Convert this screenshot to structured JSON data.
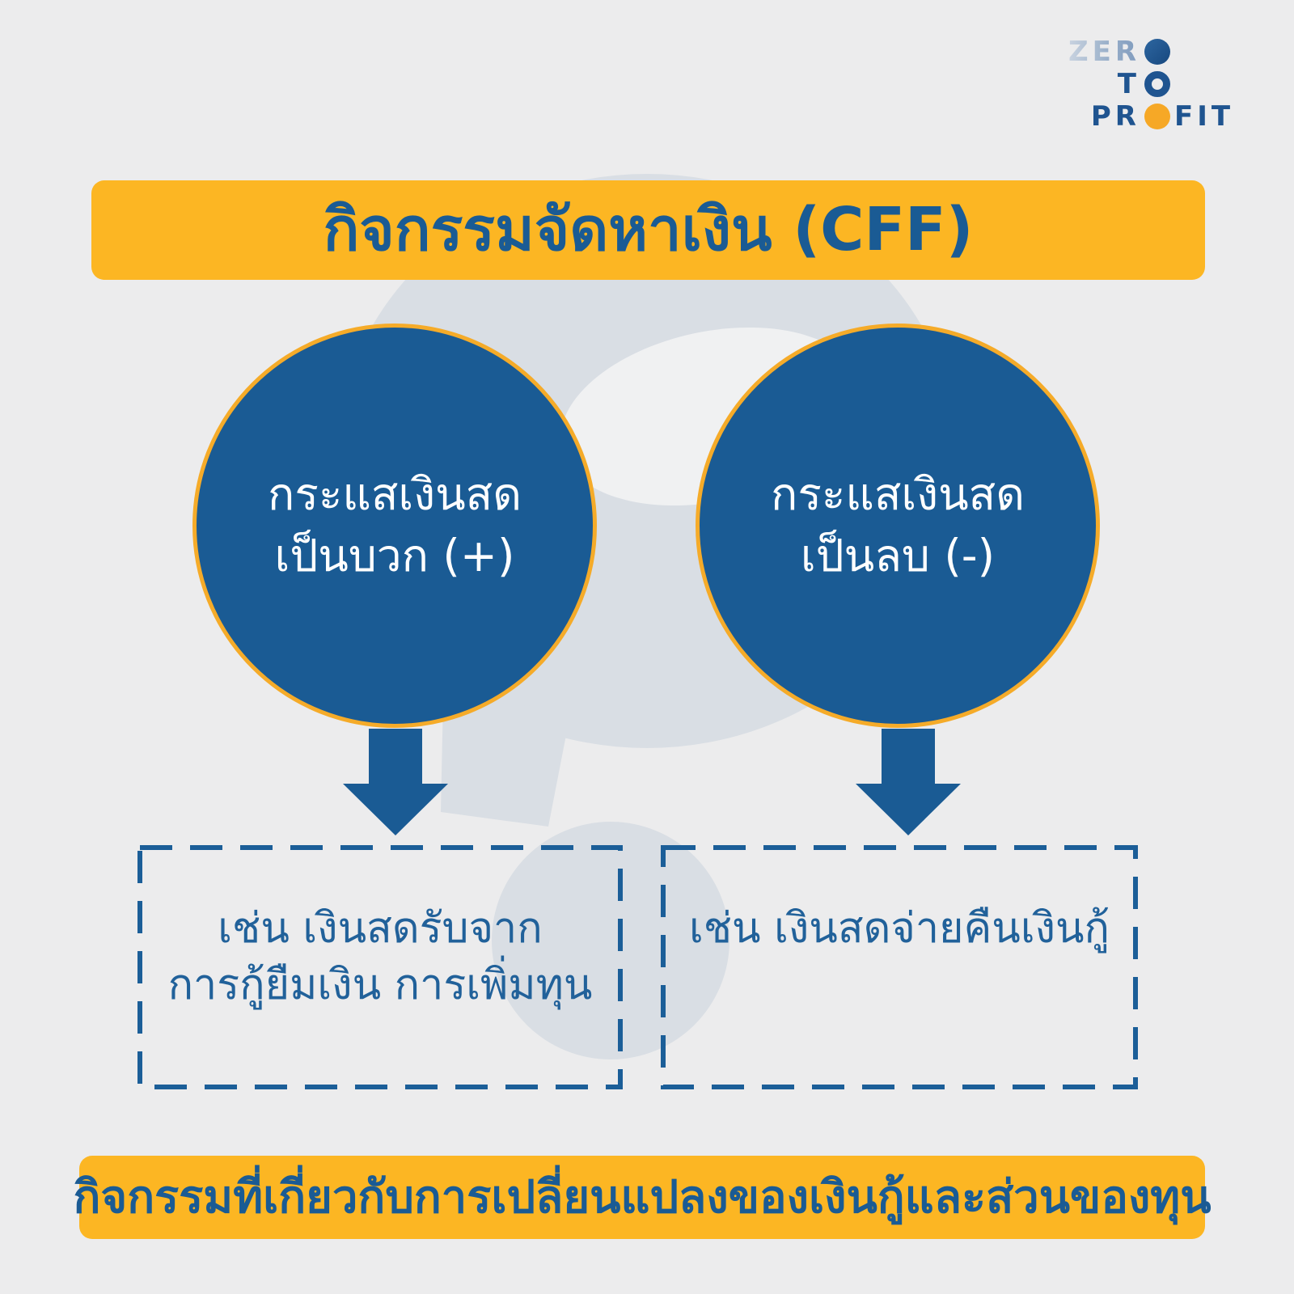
{
  "page": {
    "background_color": "#ECECED",
    "watermark": {
      "shape": "question-mark",
      "color": "#D9DEE4"
    }
  },
  "logo": {
    "line1_text": "ZER",
    "line2_text": "T",
    "line3_pre": "PR",
    "line3_post": "FIT",
    "dot1_color": "#1D5A96",
    "ring_color": "#1F5490",
    "dot3_color": "#F6A826",
    "text_color": "#1F5490"
  },
  "title_banner": {
    "text": "กิจกรรมจัดหาเงิน (CFF)",
    "bg_color": "#FCB623",
    "text_color": "#1A5B94"
  },
  "circles": {
    "fill_color": "#1A5B94",
    "border_color": "#F5AB29",
    "text_color": "#FFFFFF",
    "left": {
      "line1": "กระแสเงินสด",
      "line2": "เป็นบวก (+)"
    },
    "right": {
      "line1": "กระแสเงินสด",
      "line2": "เป็นลบ (-)"
    }
  },
  "arrows": {
    "color": "#1A5B94",
    "direction": "down",
    "count": 2
  },
  "example_boxes": {
    "border_color": "#1B5E98",
    "text_color": "#21619A",
    "left": {
      "line1": "เช่น เงินสดรับจาก",
      "line2": "การกู้ยืมเงิน การเพิ่มทุน"
    },
    "right": {
      "line1": "เช่น เงินสดจ่ายคืนเงินกู้"
    }
  },
  "bottom_banner": {
    "text": "กิจกรรมที่เกี่ยวกับการเปลี่ยนแปลงของเงินกู้และส่วนของทุน",
    "bg_color": "#FCB623",
    "text_color": "#1A5B94"
  }
}
